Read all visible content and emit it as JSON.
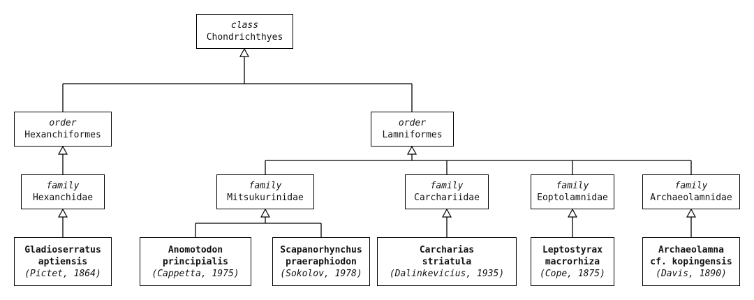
{
  "nodes": {
    "class": {
      "rank": "class",
      "name": "Chondrichthyes"
    },
    "hexanchiformes": {
      "rank": "order",
      "name": "Hexanchiformes"
    },
    "lamniformes": {
      "rank": "order",
      "name": "Lamniformes"
    },
    "hexanchidae": {
      "rank": "family",
      "name": "Hexanchidae"
    },
    "mitsukurinidae": {
      "rank": "family",
      "name": "Mitsukurinidae"
    },
    "carchariidae": {
      "rank": "family",
      "name": "Carchariidae"
    },
    "eoptolamnidae": {
      "rank": "family",
      "name": "Eoptolamnidae"
    },
    "archaeolamnidae": {
      "rank": "family",
      "name": "Archaeolamnidae"
    }
  },
  "species": {
    "gladioserratus": {
      "line1": "Gladioserratus",
      "line2": "aptiensis",
      "author": "(Pictet, 1864)"
    },
    "anomotodon": {
      "line1": "Anomotodon",
      "line2": "principialis",
      "author": "(Cappetta, 1975)"
    },
    "scapanorhynchus": {
      "line1": "Scapanorhynchus",
      "line2": "praeraphiodon",
      "author": "(Sokolov, 1978)"
    },
    "carcharias": {
      "line1": "Carcharias",
      "line2": "striatula",
      "author": "(Dalinkevicius, 1935)"
    },
    "leptostyrax": {
      "line1": "Leptostyrax",
      "line2": "macrorhiza",
      "author": "(Cope, 1875)"
    },
    "archaeolamna": {
      "line1": "Archaeolamna",
      "line2": "cf. kopingensis",
      "author": "(Davis, 1890)"
    }
  },
  "edges": [
    {
      "from": "hexanchiformes",
      "to": "class",
      "type": "inheritance"
    },
    {
      "from": "lamniformes",
      "to": "class",
      "type": "inheritance"
    },
    {
      "from": "hexanchidae",
      "to": "hexanchiformes",
      "type": "inheritance"
    },
    {
      "from": "mitsukurinidae",
      "to": "lamniformes",
      "type": "inheritance"
    },
    {
      "from": "carchariidae",
      "to": "lamniformes",
      "type": "inheritance"
    },
    {
      "from": "eoptolamnidae",
      "to": "lamniformes",
      "type": "inheritance"
    },
    {
      "from": "archaeolamnidae",
      "to": "lamniformes",
      "type": "inheritance"
    },
    {
      "from": "gladioserratus",
      "to": "hexanchidae",
      "type": "inheritance"
    },
    {
      "from": "anomotodon",
      "to": "mitsukurinidae",
      "type": "inheritance"
    },
    {
      "from": "scapanorhynchus",
      "to": "mitsukurinidae",
      "type": "inheritance"
    },
    {
      "from": "carcharias",
      "to": "carchariidae",
      "type": "inheritance"
    },
    {
      "from": "leptostyrax",
      "to": "eoptolamnidae",
      "type": "inheritance"
    },
    {
      "from": "archaeolamna",
      "to": "archaeolamnidae",
      "type": "inheritance"
    }
  ]
}
